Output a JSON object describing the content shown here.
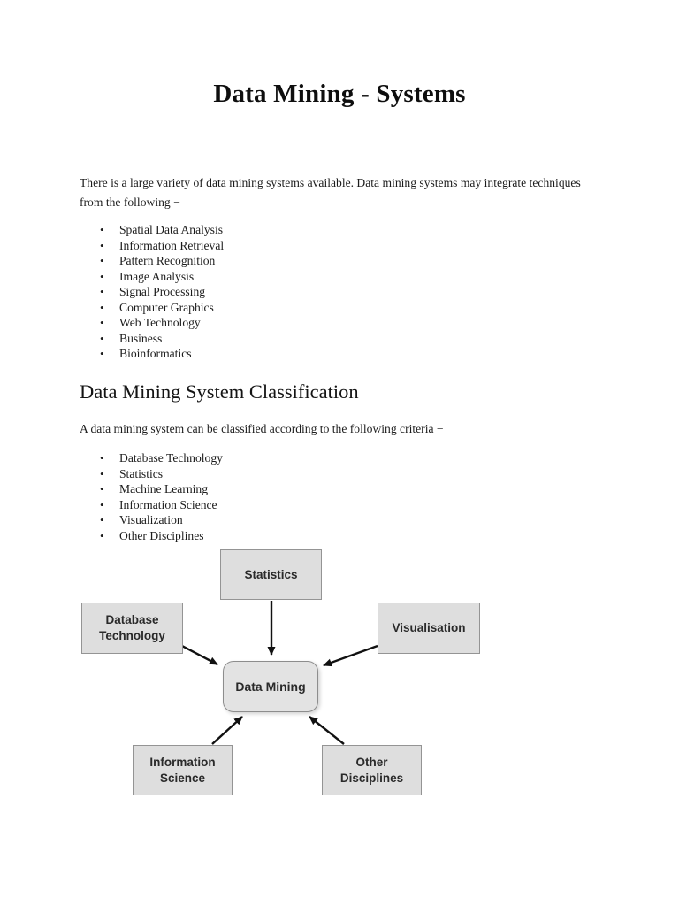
{
  "document": {
    "title": "Data Mining - Systems",
    "intro_paragraph": "There is a large variety of data mining systems available. Data mining systems may integrate techniques from the following −",
    "techniques_list": [
      "Spatial Data Analysis",
      "Information Retrieval",
      "Pattern Recognition",
      "Image Analysis",
      "Signal Processing",
      "Computer Graphics",
      "Web Technology",
      "Business",
      "Bioinformatics"
    ],
    "section_heading": "Data Mining System Classification",
    "classification_paragraph": "A data mining system can be classified according to the following criteria −",
    "criteria_list": [
      "Database Technology",
      "Statistics",
      "Machine Learning",
      "Information Science",
      "Visualization",
      "Other Disciplines"
    ]
  },
  "diagram": {
    "center_node": {
      "label": "Data Mining"
    },
    "nodes": [
      {
        "label": "Statistics"
      },
      {
        "label": "Database Technology"
      },
      {
        "label": "Visualisation"
      },
      {
        "label": "Information Science"
      },
      {
        "label": "Other Disciplines"
      }
    ],
    "box_fill": "#dedede",
    "box_border": "#949494",
    "arrow_color": "#111111"
  }
}
